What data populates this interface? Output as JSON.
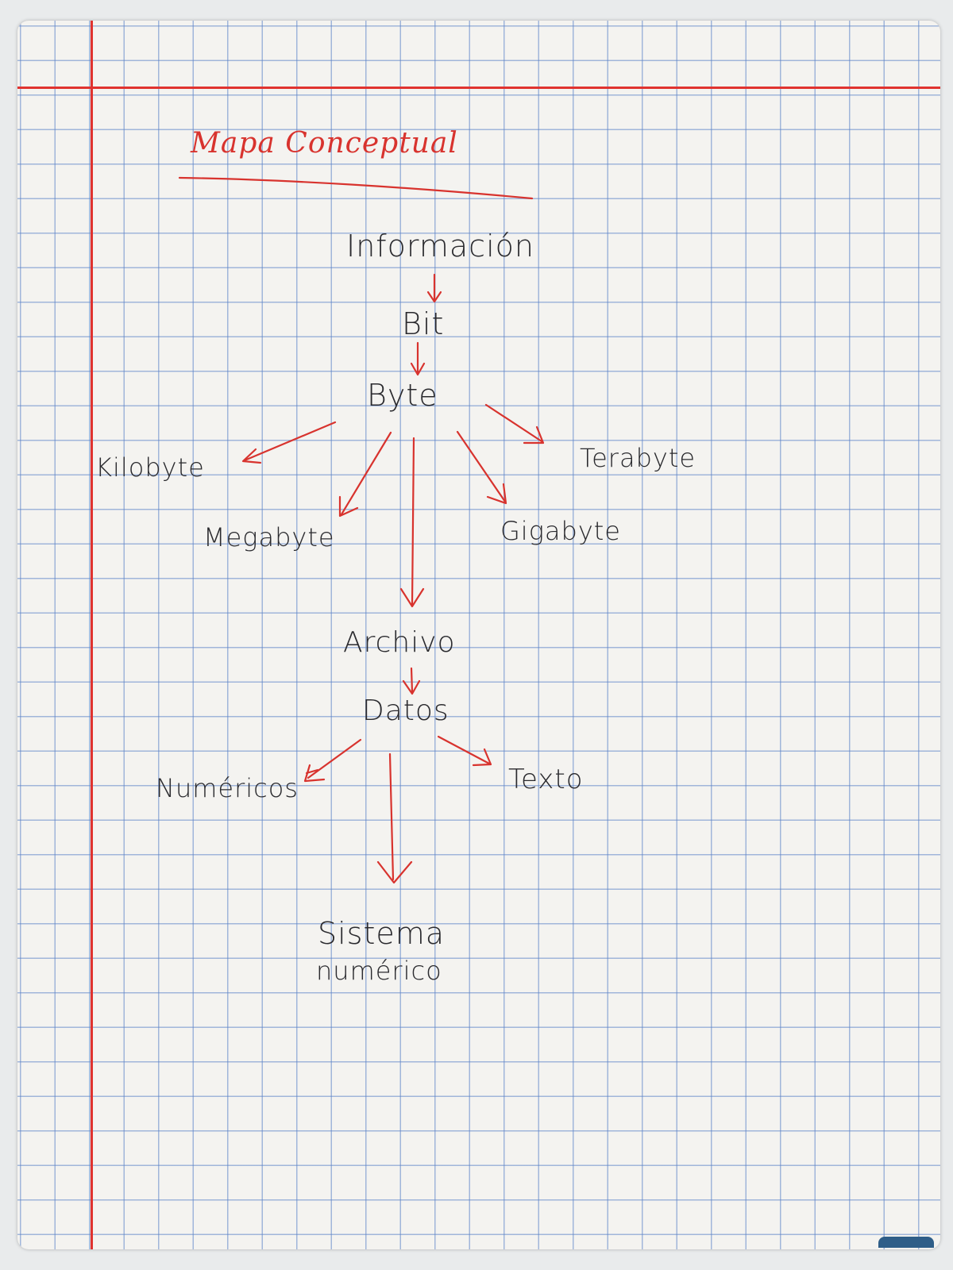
{
  "title": "Mapa Conceptual",
  "nodes": {
    "informacion": "Información",
    "bit": "Bit",
    "byte": "Byte",
    "kilobyte": "Kilobyte",
    "megabyte": "Megabyte",
    "gigabyte": "Gigabyte",
    "terabyte": "Terabyte",
    "archivo": "Archivo",
    "datos": "Datos",
    "numericos": "Numéricos",
    "texto": "Texto",
    "sistema_line1": "Sistema",
    "sistema_line2": "numérico"
  },
  "colors": {
    "ink": "#2a2a2e",
    "red_ink": "#d8332e",
    "grid": "#5c82c8",
    "paper": "#f4f3f0"
  },
  "edges": [
    {
      "from": "informacion",
      "to": "bit"
    },
    {
      "from": "bit",
      "to": "byte"
    },
    {
      "from": "byte",
      "to": "kilobyte"
    },
    {
      "from": "byte",
      "to": "megabyte"
    },
    {
      "from": "byte",
      "to": "archivo"
    },
    {
      "from": "byte",
      "to": "gigabyte"
    },
    {
      "from": "byte",
      "to": "terabyte"
    },
    {
      "from": "archivo",
      "to": "datos"
    },
    {
      "from": "datos",
      "to": "numericos"
    },
    {
      "from": "datos",
      "to": "texto"
    },
    {
      "from": "datos",
      "to": "sistema_numerico"
    }
  ]
}
